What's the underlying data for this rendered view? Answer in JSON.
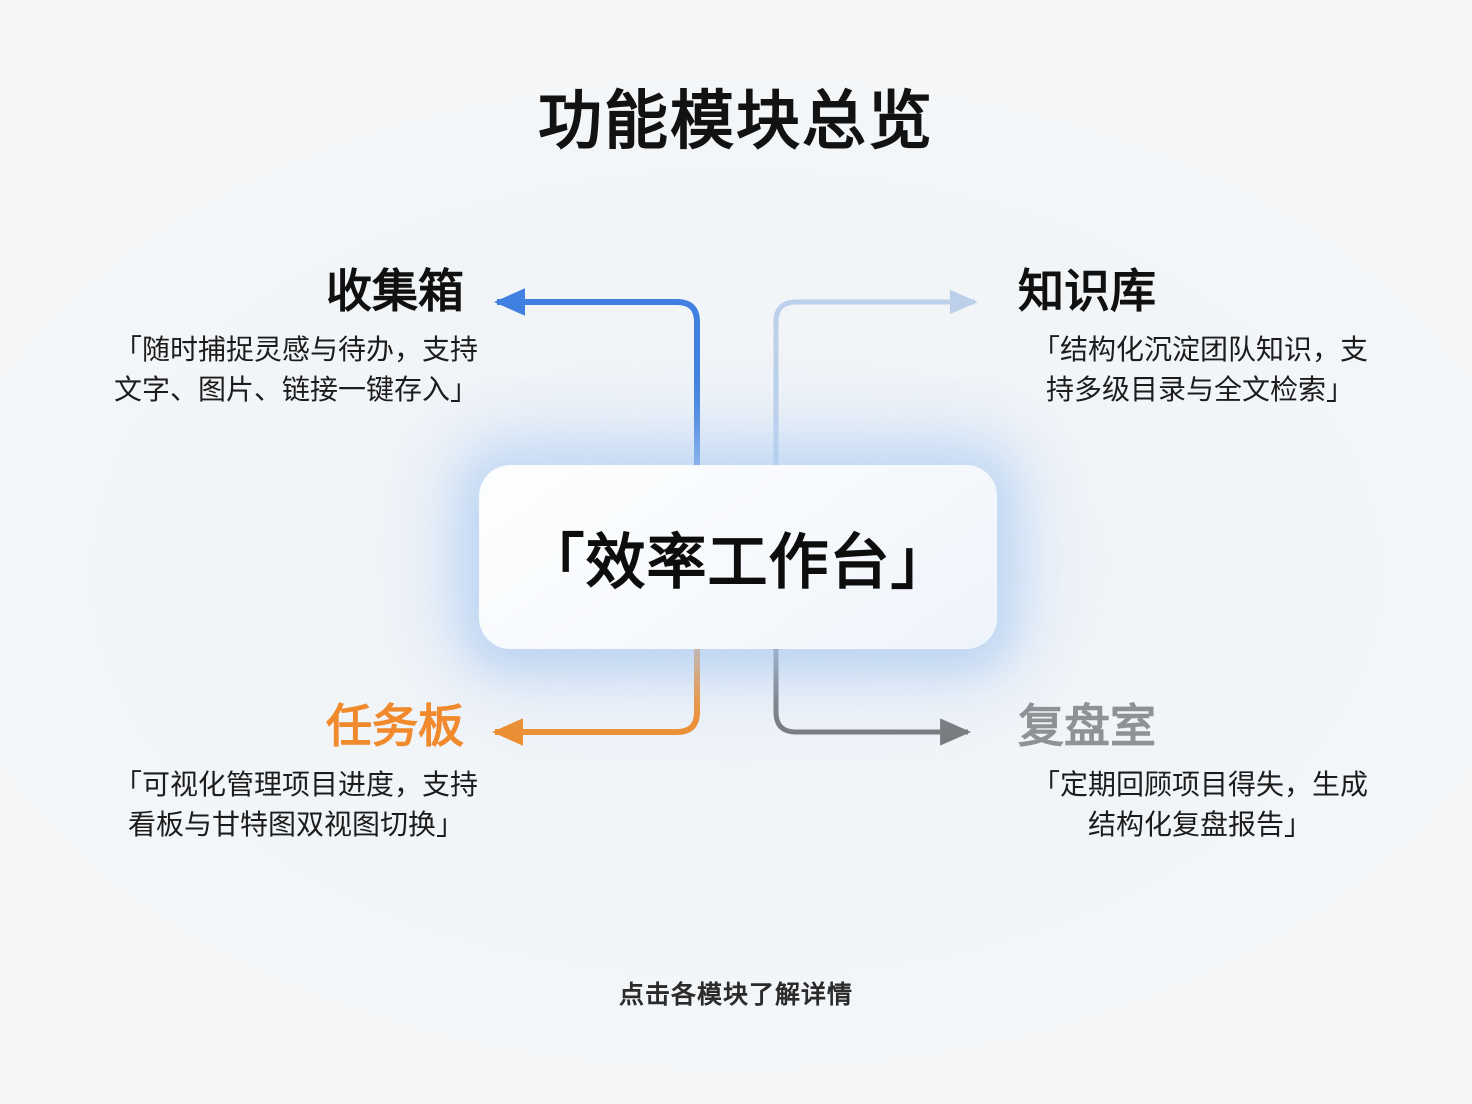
{
  "page": {
    "title": "功能模块总览",
    "footer_hint": "点击各模块了解详情",
    "background_color": "#f4f6f8"
  },
  "center": {
    "label": "「效率工作台」",
    "card_color": "#fbfdff",
    "glow_color": "#aecdf3"
  },
  "modules": [
    {
      "id": "inbox",
      "title": "收集箱",
      "description": "「随时捕捉灵感与待办，支持\n文字、图片、链接一键存入」",
      "desc_line1": "「随时捕捉灵感与待办，支持",
      "desc_line2": "文字、图片、链接一键存入」",
      "title_color": "#101010",
      "connector_color": "#3f80e0",
      "position": "top-left",
      "arrow_direction": "left"
    },
    {
      "id": "knowledge",
      "title": "知识库",
      "description": "「结构化沉淀团队知识，支\n持多级目录与全文检索」",
      "desc_line1": "「结构化沉淀团队知识，支",
      "desc_line2": "持多级目录与全文检索」",
      "title_color": "#101010",
      "connector_color": "#bcd0ea",
      "position": "top-right",
      "arrow_direction": "right"
    },
    {
      "id": "tasks",
      "title": "任务板",
      "description": "「可视化管理项目进度，支持\n看板与甘特图双视图切换」",
      "desc_line1": "「可视化管理项目进度，支持",
      "desc_line2": "看板与甘特图双视图切换」",
      "title_color": "#f08a2c",
      "connector_color": "#ee8d2d",
      "position": "bottom-left",
      "arrow_direction": "left"
    },
    {
      "id": "review",
      "title": "复盘室",
      "description": "「定期回顾项目得失，生成\n结构化复盘报告」",
      "desc_line1": "「定期回顾项目得失，生成",
      "desc_line2": "结构化复盘报告」",
      "title_color": "#8d9296",
      "connector_color": "#76797c",
      "position": "bottom-right",
      "arrow_direction": "right"
    }
  ]
}
